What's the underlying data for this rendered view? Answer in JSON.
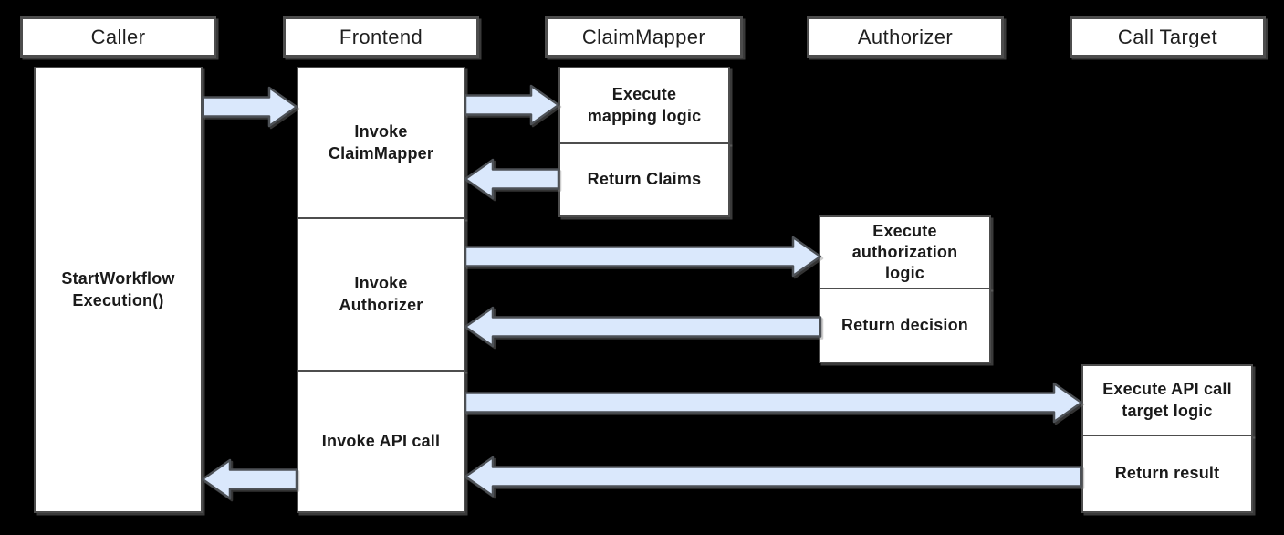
{
  "colors": {
    "background": "#000000",
    "box_fill": "#ffffff",
    "box_border": "#4d4d4d",
    "arrow_fill": "#dae8fc",
    "arrow_stroke": "#4d5156",
    "text": "#1a1a1a"
  },
  "lifelines": [
    {
      "id": "caller",
      "label": "Caller"
    },
    {
      "id": "frontend",
      "label": "Frontend"
    },
    {
      "id": "claimmapper",
      "label": "ClaimMapper"
    },
    {
      "id": "authorizer",
      "label": "Authorizer"
    },
    {
      "id": "calltarget",
      "label": "Call Target"
    }
  ],
  "activations": {
    "caller_start_workflow": [
      "StartWorkflow",
      "Execution()"
    ],
    "frontend_invoke_claimmapper": [
      "Invoke",
      "ClaimMapper"
    ],
    "frontend_invoke_authorizer": [
      "Invoke",
      "Authorizer"
    ],
    "frontend_invoke_api_call": [
      "Invoke API call"
    ],
    "claimmapper_execute_mapping": [
      "Execute",
      "mapping logic"
    ],
    "claimmapper_return_claims": [
      "Return Claims"
    ],
    "authorizer_execute_authorization": [
      "Execute",
      "authorization",
      "logic"
    ],
    "authorizer_return_decision": [
      "Return decision"
    ],
    "calltarget_execute_api": [
      "Execute API call",
      "target logic"
    ],
    "calltarget_return_result": [
      "Return result"
    ]
  },
  "messages": [
    {
      "from": "Caller",
      "to": "Frontend",
      "direction": "right"
    },
    {
      "from": "Frontend",
      "to": "ClaimMapper",
      "direction": "right"
    },
    {
      "from": "ClaimMapper",
      "to": "Frontend",
      "direction": "left"
    },
    {
      "from": "Frontend",
      "to": "Authorizer",
      "direction": "right"
    },
    {
      "from": "Authorizer",
      "to": "Frontend",
      "direction": "left"
    },
    {
      "from": "Frontend",
      "to": "Call Target",
      "direction": "right"
    },
    {
      "from": "Call Target",
      "to": "Frontend",
      "direction": "left"
    },
    {
      "from": "Frontend",
      "to": "Caller",
      "direction": "left"
    }
  ]
}
